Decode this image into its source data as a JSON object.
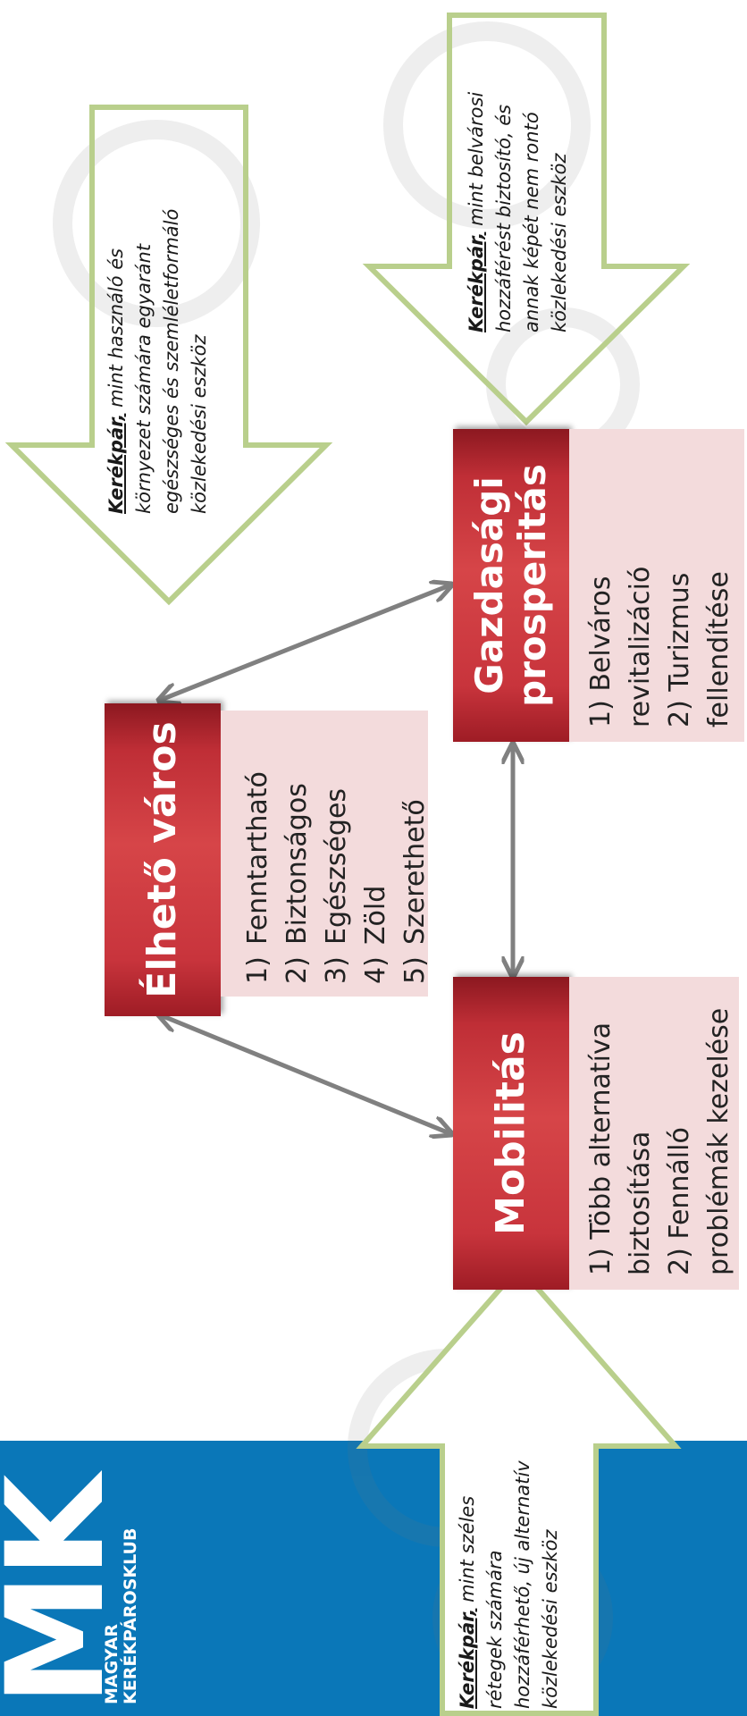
{
  "logo": {
    "letters": "MK",
    "line1": "MAGYAR",
    "line2": "KERÉKPÁROSKLUB"
  },
  "center": {
    "title": "Élhető város",
    "items": [
      {
        "num": "1)",
        "label": "Fenntartható"
      },
      {
        "num": "2)",
        "label": "Biztonságos"
      },
      {
        "num": "3)",
        "label": "Egészséges"
      },
      {
        "num": "4)",
        "label": "Zöld"
      },
      {
        "num": "5)",
        "label": "Szerethető"
      }
    ]
  },
  "mobility": {
    "title": "Mobilitás",
    "lines": [
      "1) Több alternatíva",
      "biztosítása",
      "2) Fennálló",
      "problémák kezelése"
    ]
  },
  "economy": {
    "title_line1": "Gazdasági",
    "title_line2": "prosperitás",
    "lines": [
      "1) Belváros",
      "revitalizáció",
      "2) Turizmus",
      "fellendítése"
    ]
  },
  "callouts": [
    {
      "keyword": "Kerékpár,",
      "line1_rest": " mint  használó és",
      "lines": [
        "környezet számára egyaránt",
        "egészséges és szemléletformáló",
        "közlekedési eszköz"
      ]
    },
    {
      "keyword": "Kerékpár,",
      "line1_rest": " mint belvárosi",
      "lines": [
        "hozzáférést biztosító, és",
        "annak képét nem rontó",
        "közlekedési eszköz"
      ]
    },
    {
      "keyword": "Kerékpár,",
      "line1_rest": " mint széles",
      "lines": [
        "rétegek számára",
        "hozzáférhető, új alternatív",
        "közlekedési eszköz"
      ]
    }
  ],
  "colors": {
    "box_red": "#c8343c",
    "list_pink": "#f3dbdc",
    "arrow_outline": "#b9cf8c",
    "connector_gray": "#808080",
    "brand_blue": "#0a77b8"
  }
}
